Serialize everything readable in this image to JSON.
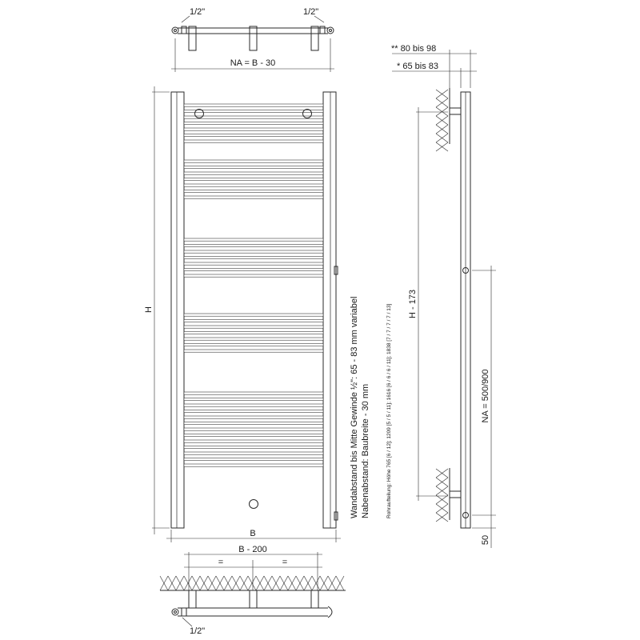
{
  "top_view": {
    "thread_left": "1/2\"",
    "thread_right": "1/2\"",
    "hub_distance": "NA = B - 30"
  },
  "front_view": {
    "height": "H",
    "width": "B"
  },
  "bottom_view": {
    "mount_width": "B - 200",
    "equal_left": "=",
    "equal_right": "=",
    "thread": "1/2\""
  },
  "notes": {
    "line1": "Wandabstand bis Mitte Gewinde ½\": 65 - 83 mm variabel",
    "line2": "Nabenabstand: Baubreite - 30 mm",
    "tube_division": "Rohraufteilung: Höhe 765 [6 / 12]; 1209 [5 / 5 / 11]; 1616 [6 / 6 / 6 / 11]; 1838 [7 / 7 / 7 / 7 / 13]"
  },
  "side_view": {
    "wall_distance_max": "** 80 bis 98",
    "wall_distance_min": "* 65 bis 83",
    "height_reduced": "H - 173",
    "hub_distance": "NA = 500/900",
    "bottom_offset": "50"
  }
}
